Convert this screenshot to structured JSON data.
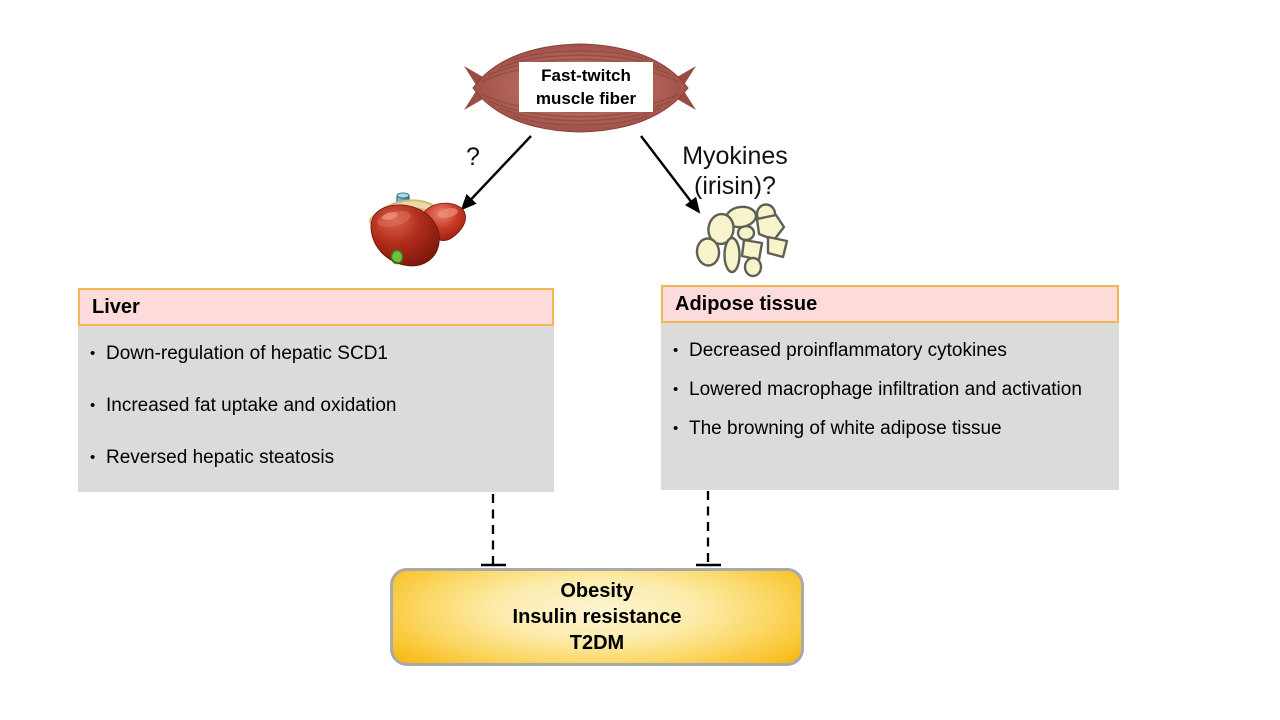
{
  "ui": {
    "bullet_char": "•"
  },
  "muscle": {
    "label": "Fast-twitch\nmuscle fiber"
  },
  "arrows": {
    "left_label": "?",
    "right_label": "Myokines\n(irisin)?"
  },
  "liver_box": {
    "title": "Liver",
    "bullets": [
      "Down-regulation of hepatic SCD1",
      "Increased fat uptake and oxidation",
      "Reversed hepatic steatosis"
    ]
  },
  "adipose_box": {
    "title": "Adipose tissue",
    "bullets": [
      "Decreased proinflammatory cytokines",
      "Lowered macrophage infiltration and activation",
      "The browning of white adipose tissue"
    ]
  },
  "outcome_box": {
    "lines": [
      "Obesity",
      "Insulin resistance",
      "T2DM"
    ]
  },
  "colors": {
    "panel_header_fill": "#fcdbda",
    "panel_header_border": "#f0b851",
    "panel_body_fill": "#dbdbdb",
    "outcome_fill_center": "#fdf4d2",
    "outcome_fill_edge": "#fac32c",
    "outcome_border": "#a9a9a9",
    "muscle_fill": "#b06158",
    "liver_fill": "#b02c1a",
    "liver_ligament": "#e8d4a2",
    "liver_vein": "#4f9fae",
    "gallbladder_green": "#6fc13e",
    "adipose_cell_fill": "#f7f3cb",
    "adipose_cell_stroke": "#5f5f55",
    "arrow_color": "#000000"
  }
}
